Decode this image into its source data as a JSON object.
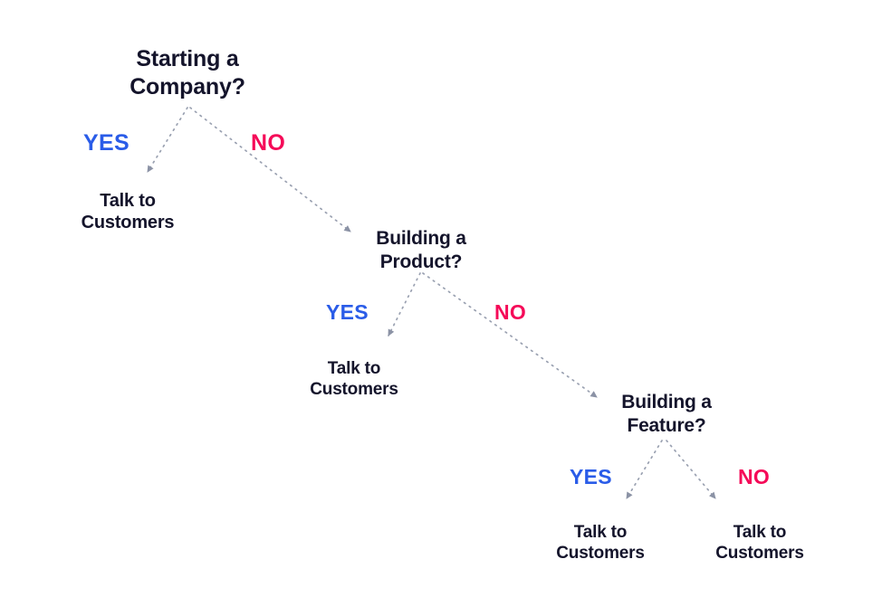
{
  "diagram": {
    "title_text": "Starting a\nCompany?",
    "background_color": "#ffffff",
    "text_color": "#14142b",
    "yes_color": "#2a5ce8",
    "no_color": "#f50a58",
    "edge_color": "#9aa1b1",
    "arrowhead_color": "#8b92a5",
    "edge_style": "dotted"
  },
  "nodes": {
    "root": {
      "label": "Starting a\nCompany?"
    },
    "level2": {
      "label": "Building a\nProduct?"
    },
    "level3": {
      "label": "Building a\nFeature?"
    },
    "leaf1": {
      "label": "Talk to\nCustomers"
    },
    "leaf2": {
      "label": "Talk to\nCustomers"
    },
    "leaf3": {
      "label": "Talk to\nCustomers"
    },
    "leaf4": {
      "label": "Talk to\nCustomers"
    }
  },
  "edge_labels": {
    "root_yes": "YES",
    "root_no": "NO",
    "level2_yes": "YES",
    "level2_no": "NO",
    "level3_yes": "YES",
    "level3_no": "NO"
  }
}
